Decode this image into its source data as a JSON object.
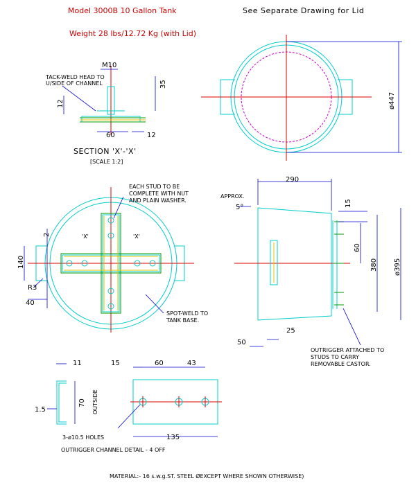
{
  "header": {
    "model": "Model 3000B 10 Gallon Tank",
    "lid_note": "See Separate Drawing for Lid",
    "weight": "Weight 28 lbs/12.72 Kg (with Lid)"
  },
  "section": {
    "m10": "M10",
    "tack_1": "TACK-WELD HEAD TO",
    "tack_2": "U/SIDE OF CHANNEL",
    "d35": "35",
    "d12a": "12",
    "d60": "60",
    "d12b": "12",
    "title": "SECTION 'X'-'X'",
    "scale": "[SCALE 1:2]"
  },
  "top_view": {
    "dia": "ø447"
  },
  "base_view": {
    "stud_1": "EACH STUD TO BE",
    "stud_2": "COMPLETE WITH NUT",
    "stud_3": "AND PLAIN WASHER.",
    "x_left": "'X'",
    "x_right": "'X'",
    "d2": "2",
    "d140": "140",
    "r3": "R3",
    "d40": "40",
    "spot_1": "SPOT-WELD TO",
    "spot_2": "TANK BASE."
  },
  "side_view": {
    "approx": "APPROX.",
    "deg": "5°",
    "d290": "290",
    "d15": "15",
    "d60": "60",
    "d380": "380",
    "d395": "ø395",
    "d25": "25",
    "d50": "50",
    "out_1": "OUTRIGGER ATTACHED TO",
    "out_2": "STUDS TO CARRY",
    "out_3": "REMOVABLE CASTOR."
  },
  "channel": {
    "d11": "11",
    "d15": "15",
    "d60": "60",
    "d43": "43",
    "d70": "70",
    "outside": "OUTSIDE",
    "d15b": "1.5",
    "holes": "3-ø10.5 HOLES",
    "d135": "135",
    "title": "OUTRIGGER CHANNEL DETAIL - 4 OFF"
  },
  "material": "MATERIAL:- 16 s.w.g.ST. STEEL ØEXCEPT WHERE SHOWN OTHERWISE)"
}
